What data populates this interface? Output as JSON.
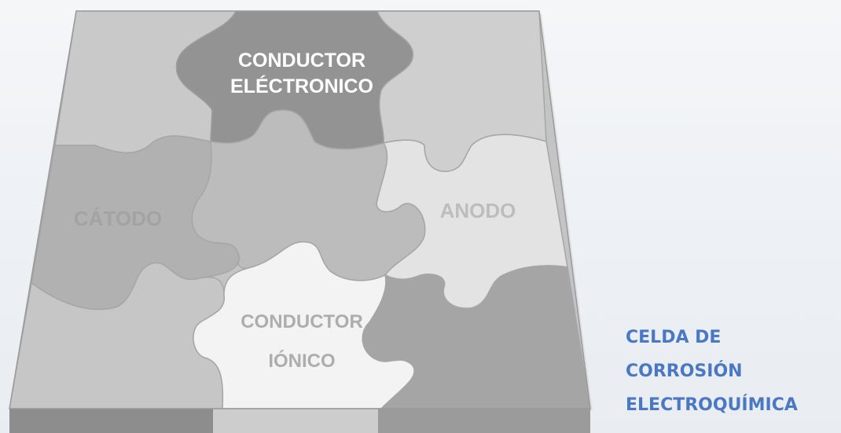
{
  "pieces": {
    "conductor_electronico": [
      "CONDUCTOR",
      "ELÉCTRONICO"
    ],
    "catodo": "CÁTODO",
    "anodo": "ANODO",
    "conductor_ionico": [
      "CONDUCTOR",
      "IÓNICO"
    ]
  },
  "title_lines": [
    "CELDA DE",
    "CORROSIÓN",
    "ELECTROQUÍMICA"
  ],
  "colors": {
    "title": "#4a78c4",
    "label_light": "#ffffff",
    "label_muted": "#aaaaaa",
    "piece_border": "#9a9a9a"
  }
}
